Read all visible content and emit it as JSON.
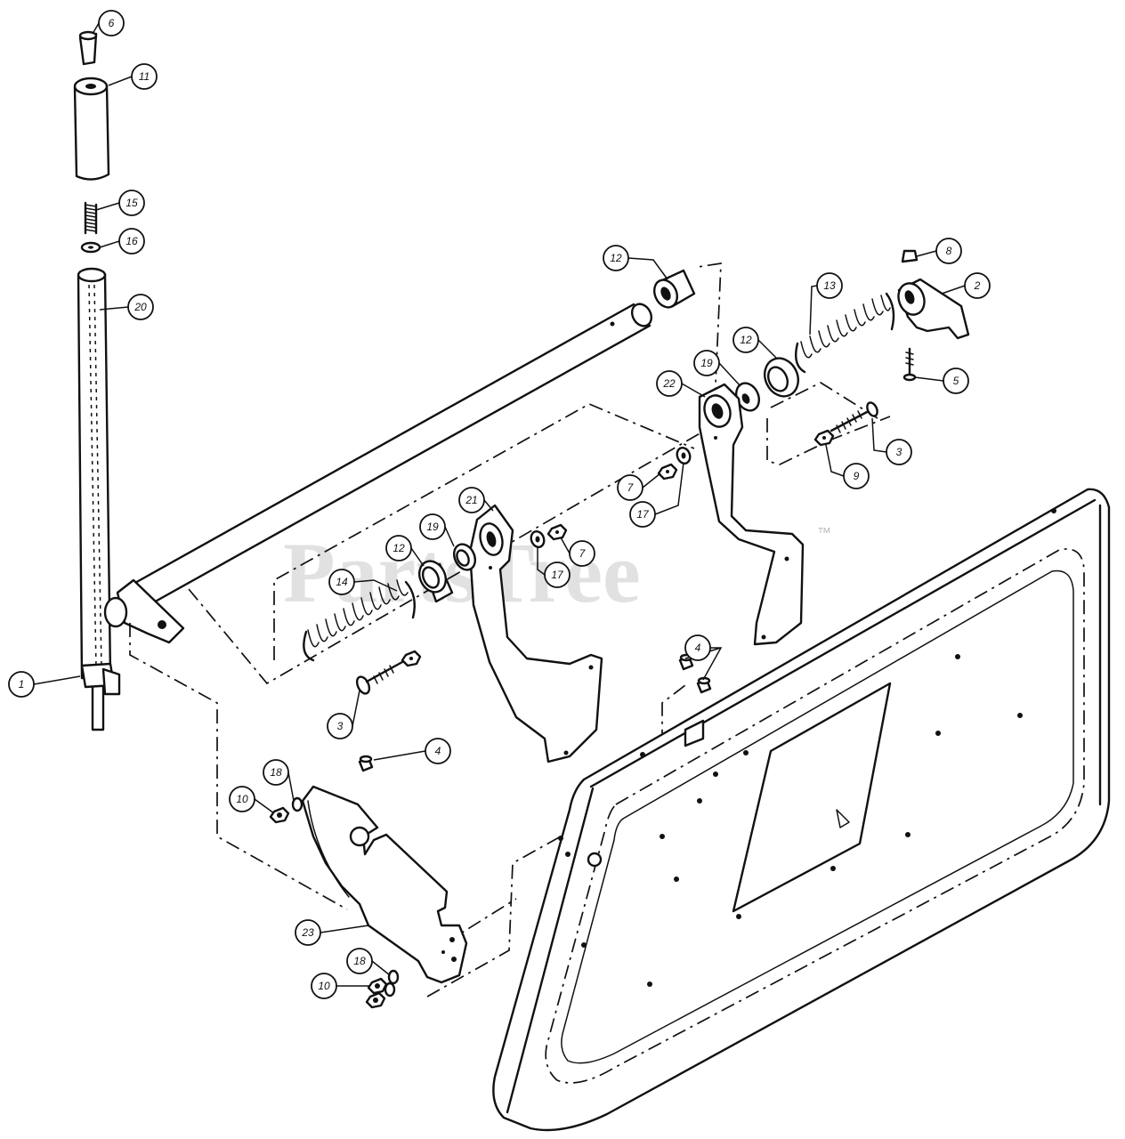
{
  "watermark": {
    "text": "PartsTree",
    "trademark": "™"
  },
  "callouts": [
    {
      "id": "c1",
      "label": "1"
    },
    {
      "id": "c2",
      "label": "2"
    },
    {
      "id": "c3a",
      "label": "3"
    },
    {
      "id": "c3b",
      "label": "3"
    },
    {
      "id": "c4a",
      "label": "4"
    },
    {
      "id": "c4b",
      "label": "4"
    },
    {
      "id": "c5",
      "label": "5"
    },
    {
      "id": "c6",
      "label": "6"
    },
    {
      "id": "c7a",
      "label": "7"
    },
    {
      "id": "c7b",
      "label": "7"
    },
    {
      "id": "c8",
      "label": "8"
    },
    {
      "id": "c9",
      "label": "9"
    },
    {
      "id": "c10a",
      "label": "10"
    },
    {
      "id": "c10b",
      "label": "10"
    },
    {
      "id": "c11",
      "label": "11"
    },
    {
      "id": "c12a",
      "label": "12"
    },
    {
      "id": "c12b",
      "label": "12"
    },
    {
      "id": "c12c",
      "label": "12"
    },
    {
      "id": "c13",
      "label": "13"
    },
    {
      "id": "c14",
      "label": "14"
    },
    {
      "id": "c15",
      "label": "15"
    },
    {
      "id": "c16",
      "label": "16"
    },
    {
      "id": "c17a",
      "label": "17"
    },
    {
      "id": "c17b",
      "label": "17"
    },
    {
      "id": "c18a",
      "label": "18"
    },
    {
      "id": "c18b",
      "label": "18"
    },
    {
      "id": "c19a",
      "label": "19"
    },
    {
      "id": "c19b",
      "label": "19"
    },
    {
      "id": "c20",
      "label": "20"
    },
    {
      "id": "c21",
      "label": "21"
    },
    {
      "id": "c22",
      "label": "22"
    },
    {
      "id": "c23",
      "label": "23"
    }
  ]
}
